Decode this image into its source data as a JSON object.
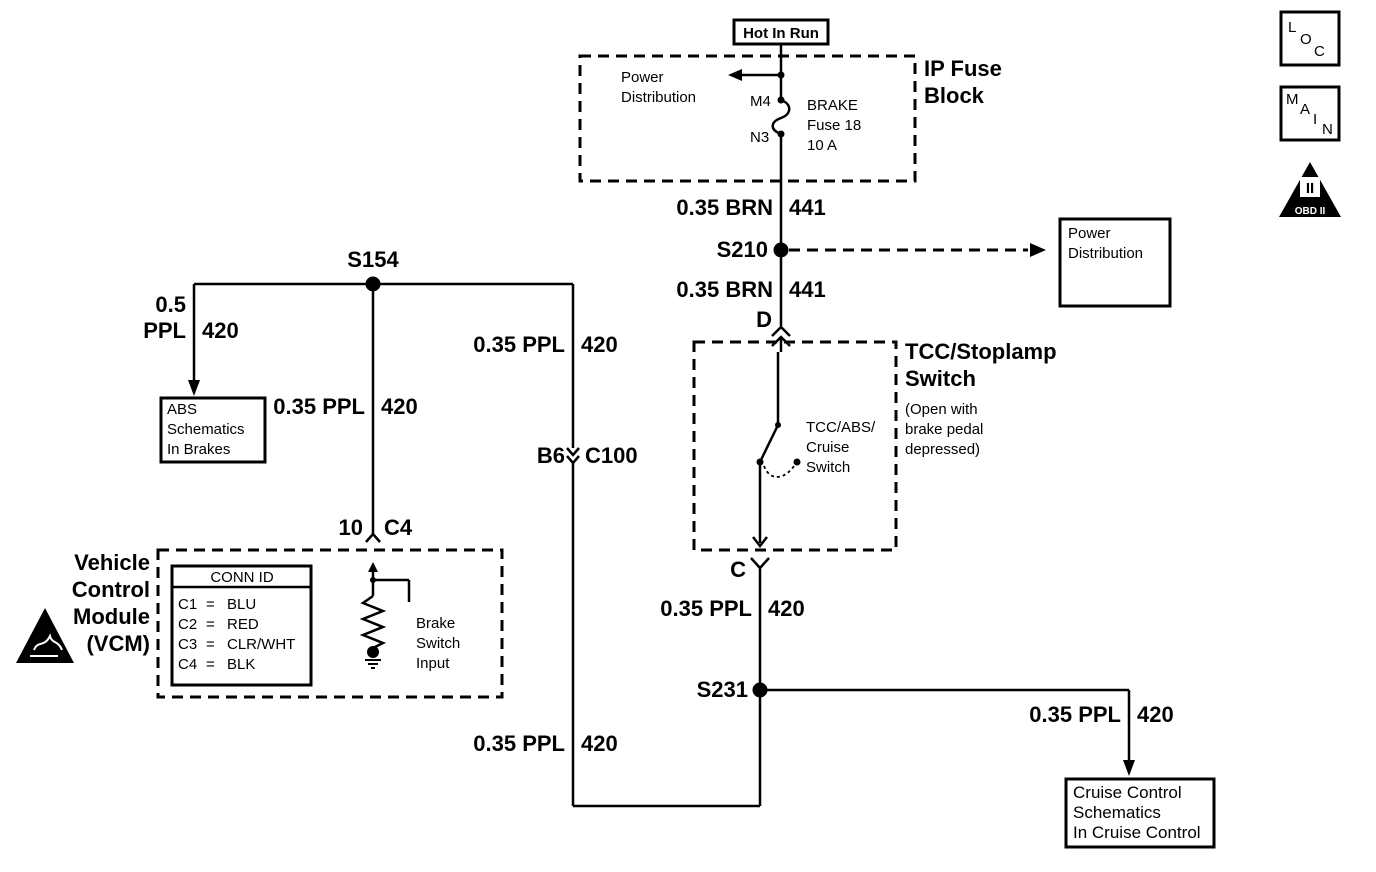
{
  "hot_in_run": "Hot In Run",
  "ip_fuse_block": {
    "line1": "IP Fuse",
    "line2": "Block"
  },
  "fuse": {
    "power_dist_line1": "Power",
    "power_dist_line2": "Distribution",
    "pin_in": "M4",
    "pin_out": "N3",
    "name": "BRAKE",
    "number": "Fuse 18",
    "rating": "10 A"
  },
  "wire_brn_1": {
    "gauge_color": "0.35 BRN",
    "circuit": "441"
  },
  "splice_s210": "S210",
  "power_distribution_box": {
    "line1": "Power",
    "line2": "Distribution"
  },
  "wire_brn_2": {
    "gauge_color": "0.35 BRN",
    "circuit": "441"
  },
  "tcc_connector_top": "D",
  "tcc_switch": {
    "title_line1": "TCC/Stoplamp",
    "title_line2": "Switch",
    "note_line1": "(Open with",
    "note_line2": "brake pedal",
    "note_line3": "depressed)",
    "inner_line1": "TCC/ABS/",
    "inner_line2": "Cruise",
    "inner_line3": "Switch"
  },
  "tcc_connector_bottom": "C",
  "wire_ppl_tcc": {
    "gauge_color": "0.35 PPL",
    "circuit": "420"
  },
  "splice_s231": "S231",
  "wire_ppl_cruise": {
    "gauge_color": "0.35 PPL",
    "circuit": "420"
  },
  "cruise_box": {
    "line1": "Cruise Control",
    "line2": "Schematics",
    "line3": "In Cruise Control"
  },
  "splice_s154": "S154",
  "wire_ppl_abs": {
    "gauge": "0.5",
    "color": "PPL",
    "circuit": "420"
  },
  "abs_box": {
    "line1": "ABS",
    "line2": "Schematics",
    "line3": "In Brakes"
  },
  "wire_ppl_vcm": {
    "gauge_color": "0.35 PPL",
    "circuit": "420"
  },
  "wire_ppl_right": {
    "gauge_color": "0.35 PPL",
    "circuit": "420"
  },
  "connector_c100": {
    "pin": "B6",
    "name": "C100"
  },
  "wire_ppl_bottom": {
    "gauge_color": "0.35 PPL",
    "circuit": "420"
  },
  "vcm_connector": {
    "pin": "10",
    "name": "C4"
  },
  "vcm": {
    "line1": "Vehicle",
    "line2": "Control",
    "line3": "Module",
    "line4": "(VCM)"
  },
  "conn_id": {
    "title": "CONN ID",
    "rows": [
      {
        "pin": "C1",
        "eq": "=",
        "color": "BLU"
      },
      {
        "pin": "C2",
        "eq": "=",
        "color": "RED"
      },
      {
        "pin": "C3",
        "eq": "=",
        "color": "CLR/WHT"
      },
      {
        "pin": "C4",
        "eq": "=",
        "color": "BLK"
      }
    ]
  },
  "brake_input": {
    "line1": "Brake",
    "line2": "Switch",
    "line3": "Input"
  },
  "icons": {
    "loc": {
      "l": "L",
      "o": "O",
      "c": "C"
    },
    "main": {
      "m": "M",
      "a": "A",
      "i": "I",
      "n": "N"
    },
    "obd": {
      "numeral": "II",
      "label": "OBD II"
    }
  },
  "esd_icon": "esd-warning-icon"
}
